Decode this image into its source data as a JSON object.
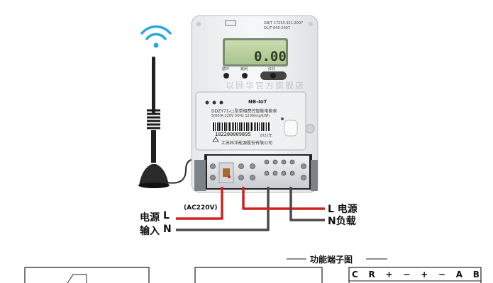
{
  "meter": {
    "standards": [
      "GB/T 17215.321-2007",
      "DL/T 645-2007"
    ],
    "lcd_reading": "0.00",
    "buttons": [
      "循环",
      "跳闸",
      "红外"
    ],
    "module_name": "NB-IoT",
    "model_text": "DDZY71-□型单相费控智能电能表",
    "spec_text": "5(60)A 220V 50Hz 1200imp/kWh",
    "serial_number": "102200009895",
    "year": "2022年",
    "manufacturer": "江苏林洋能源股份有限公司",
    "watermark": "以顾华官方旗舰店"
  },
  "wiring": {
    "voltage_label": "(AC220V)",
    "power_source_label": "电源",
    "input_label": "输入",
    "l_label": "L",
    "n_label": "N",
    "l_out_label": "L 电源",
    "n_out_label": "N负载"
  },
  "terminal_diagram": {
    "title": "功能端子图",
    "pins": [
      "C",
      "R",
      "+",
      "−",
      "+",
      "−",
      "A",
      "B"
    ]
  },
  "colors": {
    "live_wire": "#d0231f",
    "neutral_wire": "#4a4a4a",
    "wifi": "#29a8e0",
    "lcd": "#b9cf9e"
  }
}
